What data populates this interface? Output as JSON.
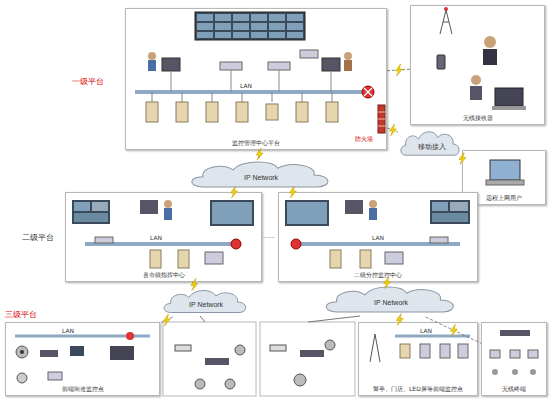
{
  "diagram": {
    "nodes": [
      {
        "text": [
          "监控管理中心平台"
        ]
      },
      {
        "text": [
          "无线接收器"
        ]
      },
      {
        "text": [
          "移动接入"
        ]
      },
      {
        "text": [
          "远程上网用户"
        ]
      },
      {
        "text": [
          "IP Network"
        ]
      },
      {
        "text": [
          "县市级指挥中心"
        ]
      },
      {
        "text": [
          "二级分控监控中心"
        ]
      },
      {
        "text": [
          "IP Network"
        ]
      },
      {
        "text": [
          "IP Network"
        ]
      },
      {
        "text": [
          "前端街道监控点"
        ]
      },
      {
        "text": [
          "警亭、门店、LED屏等前端监控点"
        ]
      },
      {
        "text": [
          "无线终端"
        ]
      }
    ],
    "edges": [
      {
        "from": 0,
        "to": 4,
        "arrow": "none"
      },
      {
        "from": 0,
        "to": 1,
        "arrow": "none"
      },
      {
        "from": 0,
        "to": 2,
        "arrow": "none"
      },
      {
        "from": 2,
        "to": 3,
        "arrow": "none"
      },
      {
        "from": 4,
        "to": 5,
        "arrow": "none"
      },
      {
        "from": 4,
        "to": 6,
        "arrow": "none"
      },
      {
        "from": 5,
        "to": 7,
        "arrow": "none"
      },
      {
        "from": 6,
        "to": 8,
        "arrow": "none"
      },
      {
        "from": 7,
        "to": 9,
        "arrow": "none"
      },
      {
        "from": 8,
        "to": 10,
        "arrow": "none"
      },
      {
        "from": 8,
        "to": 11,
        "arrow": "none"
      }
    ],
    "labels": [
      "一级平台",
      "二级平台",
      "三级平台",
      "LAN",
      "LAN",
      "LAN",
      "LAN",
      "LAN",
      "防火墙",
      "……"
    ]
  }
}
